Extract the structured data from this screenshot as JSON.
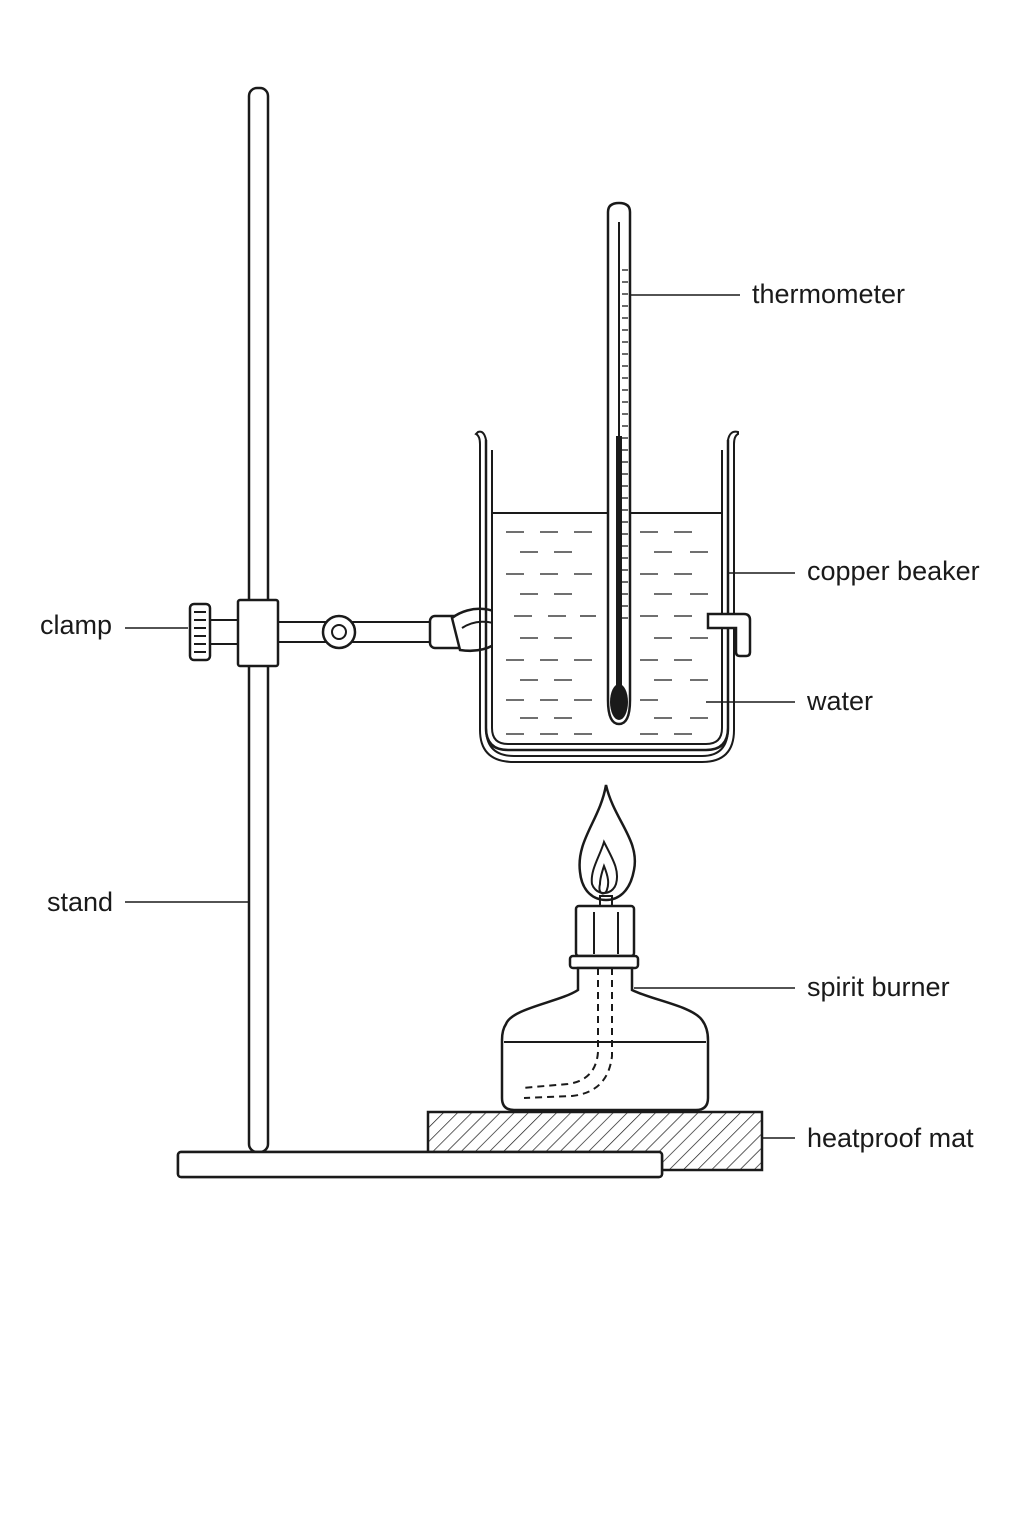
{
  "labels": {
    "thermometer": "thermometer",
    "copper_beaker": "copper beaker",
    "clamp": "clamp",
    "water": "water",
    "stand": "stand",
    "spirit_burner": "spirit burner",
    "heatproof_mat": "heatproof mat"
  },
  "colors": {
    "line": "#1a1a1a",
    "background": "#ffffff"
  }
}
